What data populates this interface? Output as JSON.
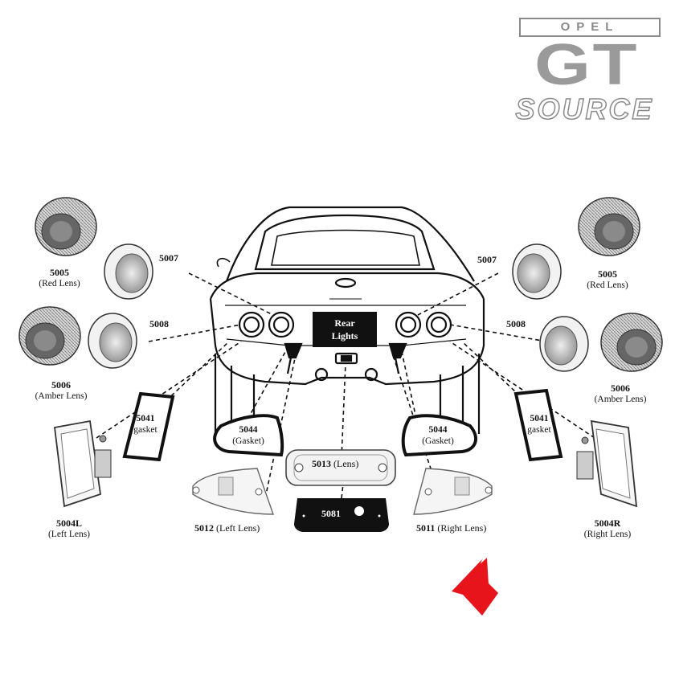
{
  "brand": {
    "line1": "OPEL",
    "line2": "GT",
    "line3": "SOURCE"
  },
  "center": {
    "rear_lights": "Rear Lights",
    "plate_part": "5081"
  },
  "parts": {
    "p5005_left": {
      "num": "5005",
      "desc": "(Red Lens)"
    },
    "p5005_right": {
      "num": "5005",
      "desc": "(Red Lens)"
    },
    "p5006_left": {
      "num": "5006",
      "desc": "(Amber Lens)"
    },
    "p5006_right": {
      "num": "5006",
      "desc": "(Amber Lens)"
    },
    "p5007_left": {
      "num": "5007"
    },
    "p5007_right": {
      "num": "5007"
    },
    "p5008_left": {
      "num": "5008"
    },
    "p5008_right": {
      "num": "5008"
    },
    "p5041_left": {
      "num": "5041",
      "desc": "gasket"
    },
    "p5041_right": {
      "num": "5041",
      "desc": "gasket"
    },
    "p5044_left": {
      "num": "5044",
      "desc": "(Gasket)"
    },
    "p5044_right": {
      "num": "5044",
      "desc": "(Gasket)"
    },
    "p5013": {
      "num": "5013",
      "desc": "(Lens)"
    },
    "p5012": {
      "num": "5012",
      "desc": "(Left Lens)"
    },
    "p5011": {
      "num": "5011",
      "desc": "(Right Lens)"
    },
    "p5004L": {
      "num": "5004L",
      "desc": "(Left Lens)"
    },
    "p5004R": {
      "num": "5004R",
      "desc": "(Right Lens)"
    }
  },
  "colors": {
    "arrow": "#e8141c",
    "logo": "#8a8a8a",
    "ink": "#111111"
  }
}
